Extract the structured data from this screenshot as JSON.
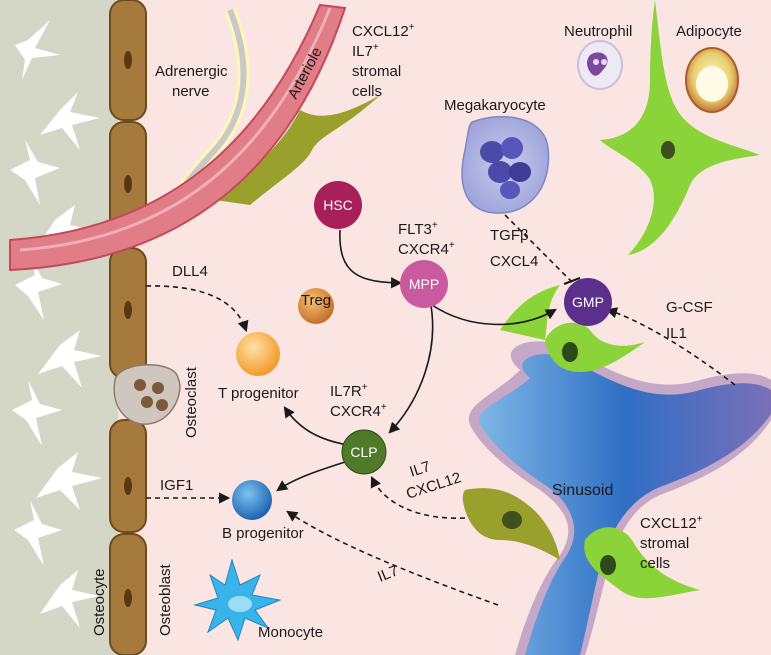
{
  "cells": {
    "hsc": "HSC",
    "mpp": "MPP",
    "gmp": "GMP",
    "clp": "CLP",
    "treg": "Treg",
    "t_progenitor": "T progenitor",
    "b_progenitor": "B progenitor",
    "megakaryocyte": "Megakaryocyte",
    "neutrophil": "Neutrophil",
    "adipocyte": "Adipocyte",
    "monocyte": "Monocyte",
    "osteoclast": "Osteoclast",
    "osteoblast": "Osteoblast",
    "osteocyte": "Osteocyte",
    "arteriole": "Arteriole",
    "sinusoid": "Sinusoid",
    "adrenergic_nerve": [
      "Adrenergic",
      "nerve"
    ],
    "stromal_top": [
      "CXCL12",
      "IL7",
      "stromal",
      "cells"
    ],
    "stromal_bottom": [
      "CXCL12",
      "stromal",
      "cells"
    ]
  },
  "markers": {
    "mpp": [
      "FLT3",
      "CXCR4"
    ],
    "clp": [
      "IL7R",
      "CXCR4"
    ],
    "sup_plus": "+"
  },
  "signals": {
    "dll4": "DLL4",
    "igf1": "IGF1",
    "tgfb_cxcl4": [
      "TGFβ",
      "CXCL4"
    ],
    "gcsf_il1": [
      "G-CSF",
      "IL1"
    ],
    "il7_cxcl12": [
      "IL7",
      "CXCL12"
    ],
    "il7": "IL7"
  },
  "colors": {
    "background": "#fbe5e2",
    "bone": "#d4d6c6",
    "osteoblast": "#a67a3c",
    "arteriole": "#e07d86",
    "stromal": "#8ad43a",
    "sinusoid": "#2f6fc4",
    "hsc": "#a8205a",
    "mpp": "#c95a9e",
    "gmp": "#5b2f8c",
    "clp": "#4e7a2a",
    "t_progenitor": "#f6a63a",
    "b_progenitor": "#2b7bc4",
    "treg": "#e69a3a",
    "monocyte": "#38b4ea"
  }
}
